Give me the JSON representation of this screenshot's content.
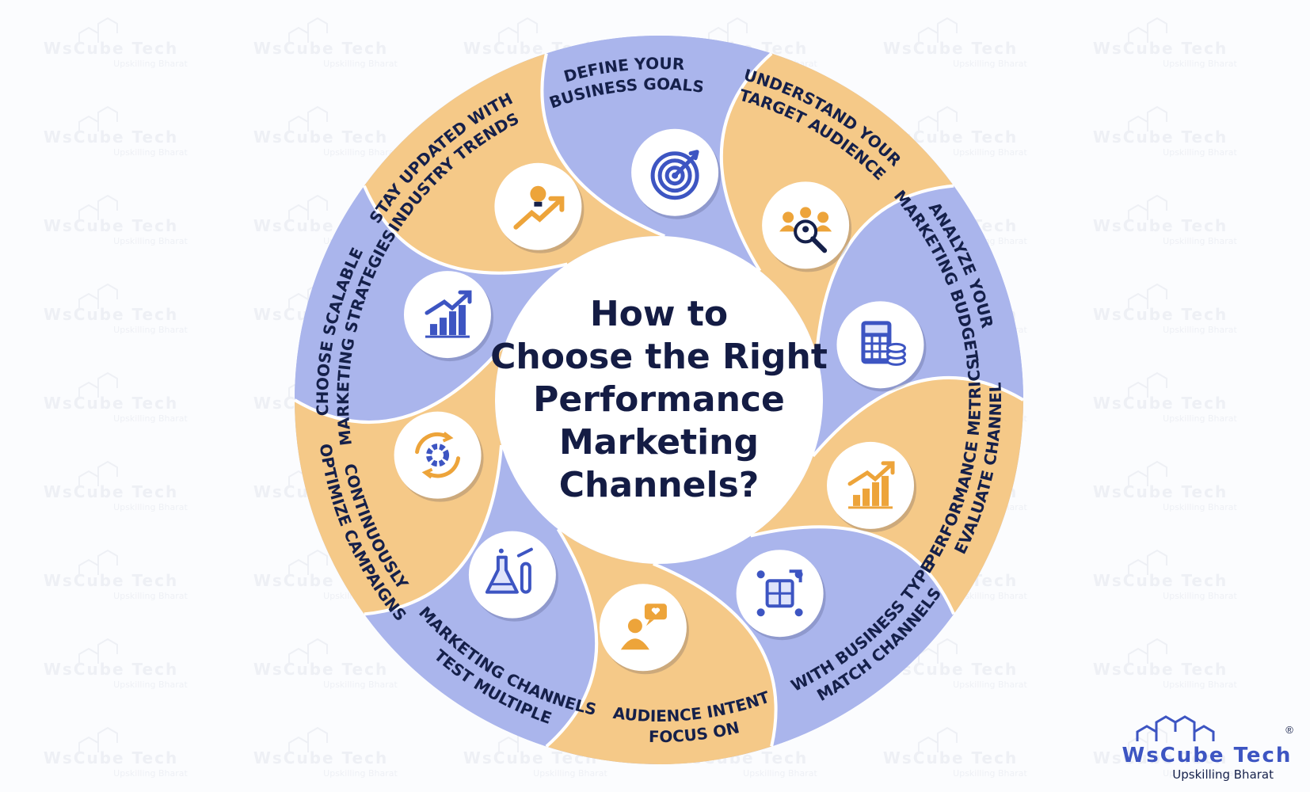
{
  "watermark": {
    "brand": "WsCube Tech",
    "tagline": "Upskilling Bharat"
  },
  "center": {
    "title_lines": [
      "How to",
      "Choose the Right",
      "Performance",
      "Marketing",
      "Channels?"
    ]
  },
  "segments": [
    {
      "lines": [
        "DEFINE YOUR",
        "BUSINESS GOALS"
      ],
      "icon": "target-icon",
      "color": "#aab5ec"
    },
    {
      "lines": [
        "UNDERSTAND YOUR",
        "TARGET AUDIENCE"
      ],
      "icon": "audience-search-icon",
      "color": "#f5c988"
    },
    {
      "lines": [
        "ANALYZE YOUR",
        "MARKETING BUDGET"
      ],
      "icon": "calculator-coins-icon",
      "color": "#aab5ec"
    },
    {
      "lines": [
        "EVALUATE CHANNEL",
        "PERFORMANCE METRICS"
      ],
      "icon": "growth-chart-icon",
      "color": "#f5c988"
    },
    {
      "lines": [
        "MATCH CHANNELS",
        "WITH BUSINESS TYPE"
      ],
      "icon": "puzzle-network-icon",
      "color": "#aab5ec"
    },
    {
      "lines": [
        "FOCUS ON",
        "AUDIENCE INTENT"
      ],
      "icon": "person-chat-icon",
      "color": "#f5c988"
    },
    {
      "lines": [
        "TEST MULTIPLE",
        "MARKETING CHANNELS"
      ],
      "icon": "lab-flask-icon",
      "color": "#aab5ec"
    },
    {
      "lines": [
        "OPTIMIZE CAMPAIGNS",
        "CONTINUOUSLY"
      ],
      "icon": "gear-cycle-icon",
      "color": "#f5c988"
    },
    {
      "lines": [
        "CHOOSE SCALABLE",
        "MARKETING STRATEGIES"
      ],
      "icon": "rising-bars-icon",
      "color": "#aab5ec"
    },
    {
      "lines": [
        "STAY UPDATED WITH",
        "INDUSTRY TRENDS"
      ],
      "icon": "idea-trend-icon",
      "color": "#f5c988"
    }
  ],
  "colors": {
    "navy": "#15204a",
    "blue": "#3d55c2",
    "orange": "#eda43a",
    "lavender": "#aab5ec",
    "peach": "#f5c988"
  },
  "logo": {
    "name": "WsCube Tech",
    "tagline": "Upskilling Bharat",
    "registered": "®"
  }
}
